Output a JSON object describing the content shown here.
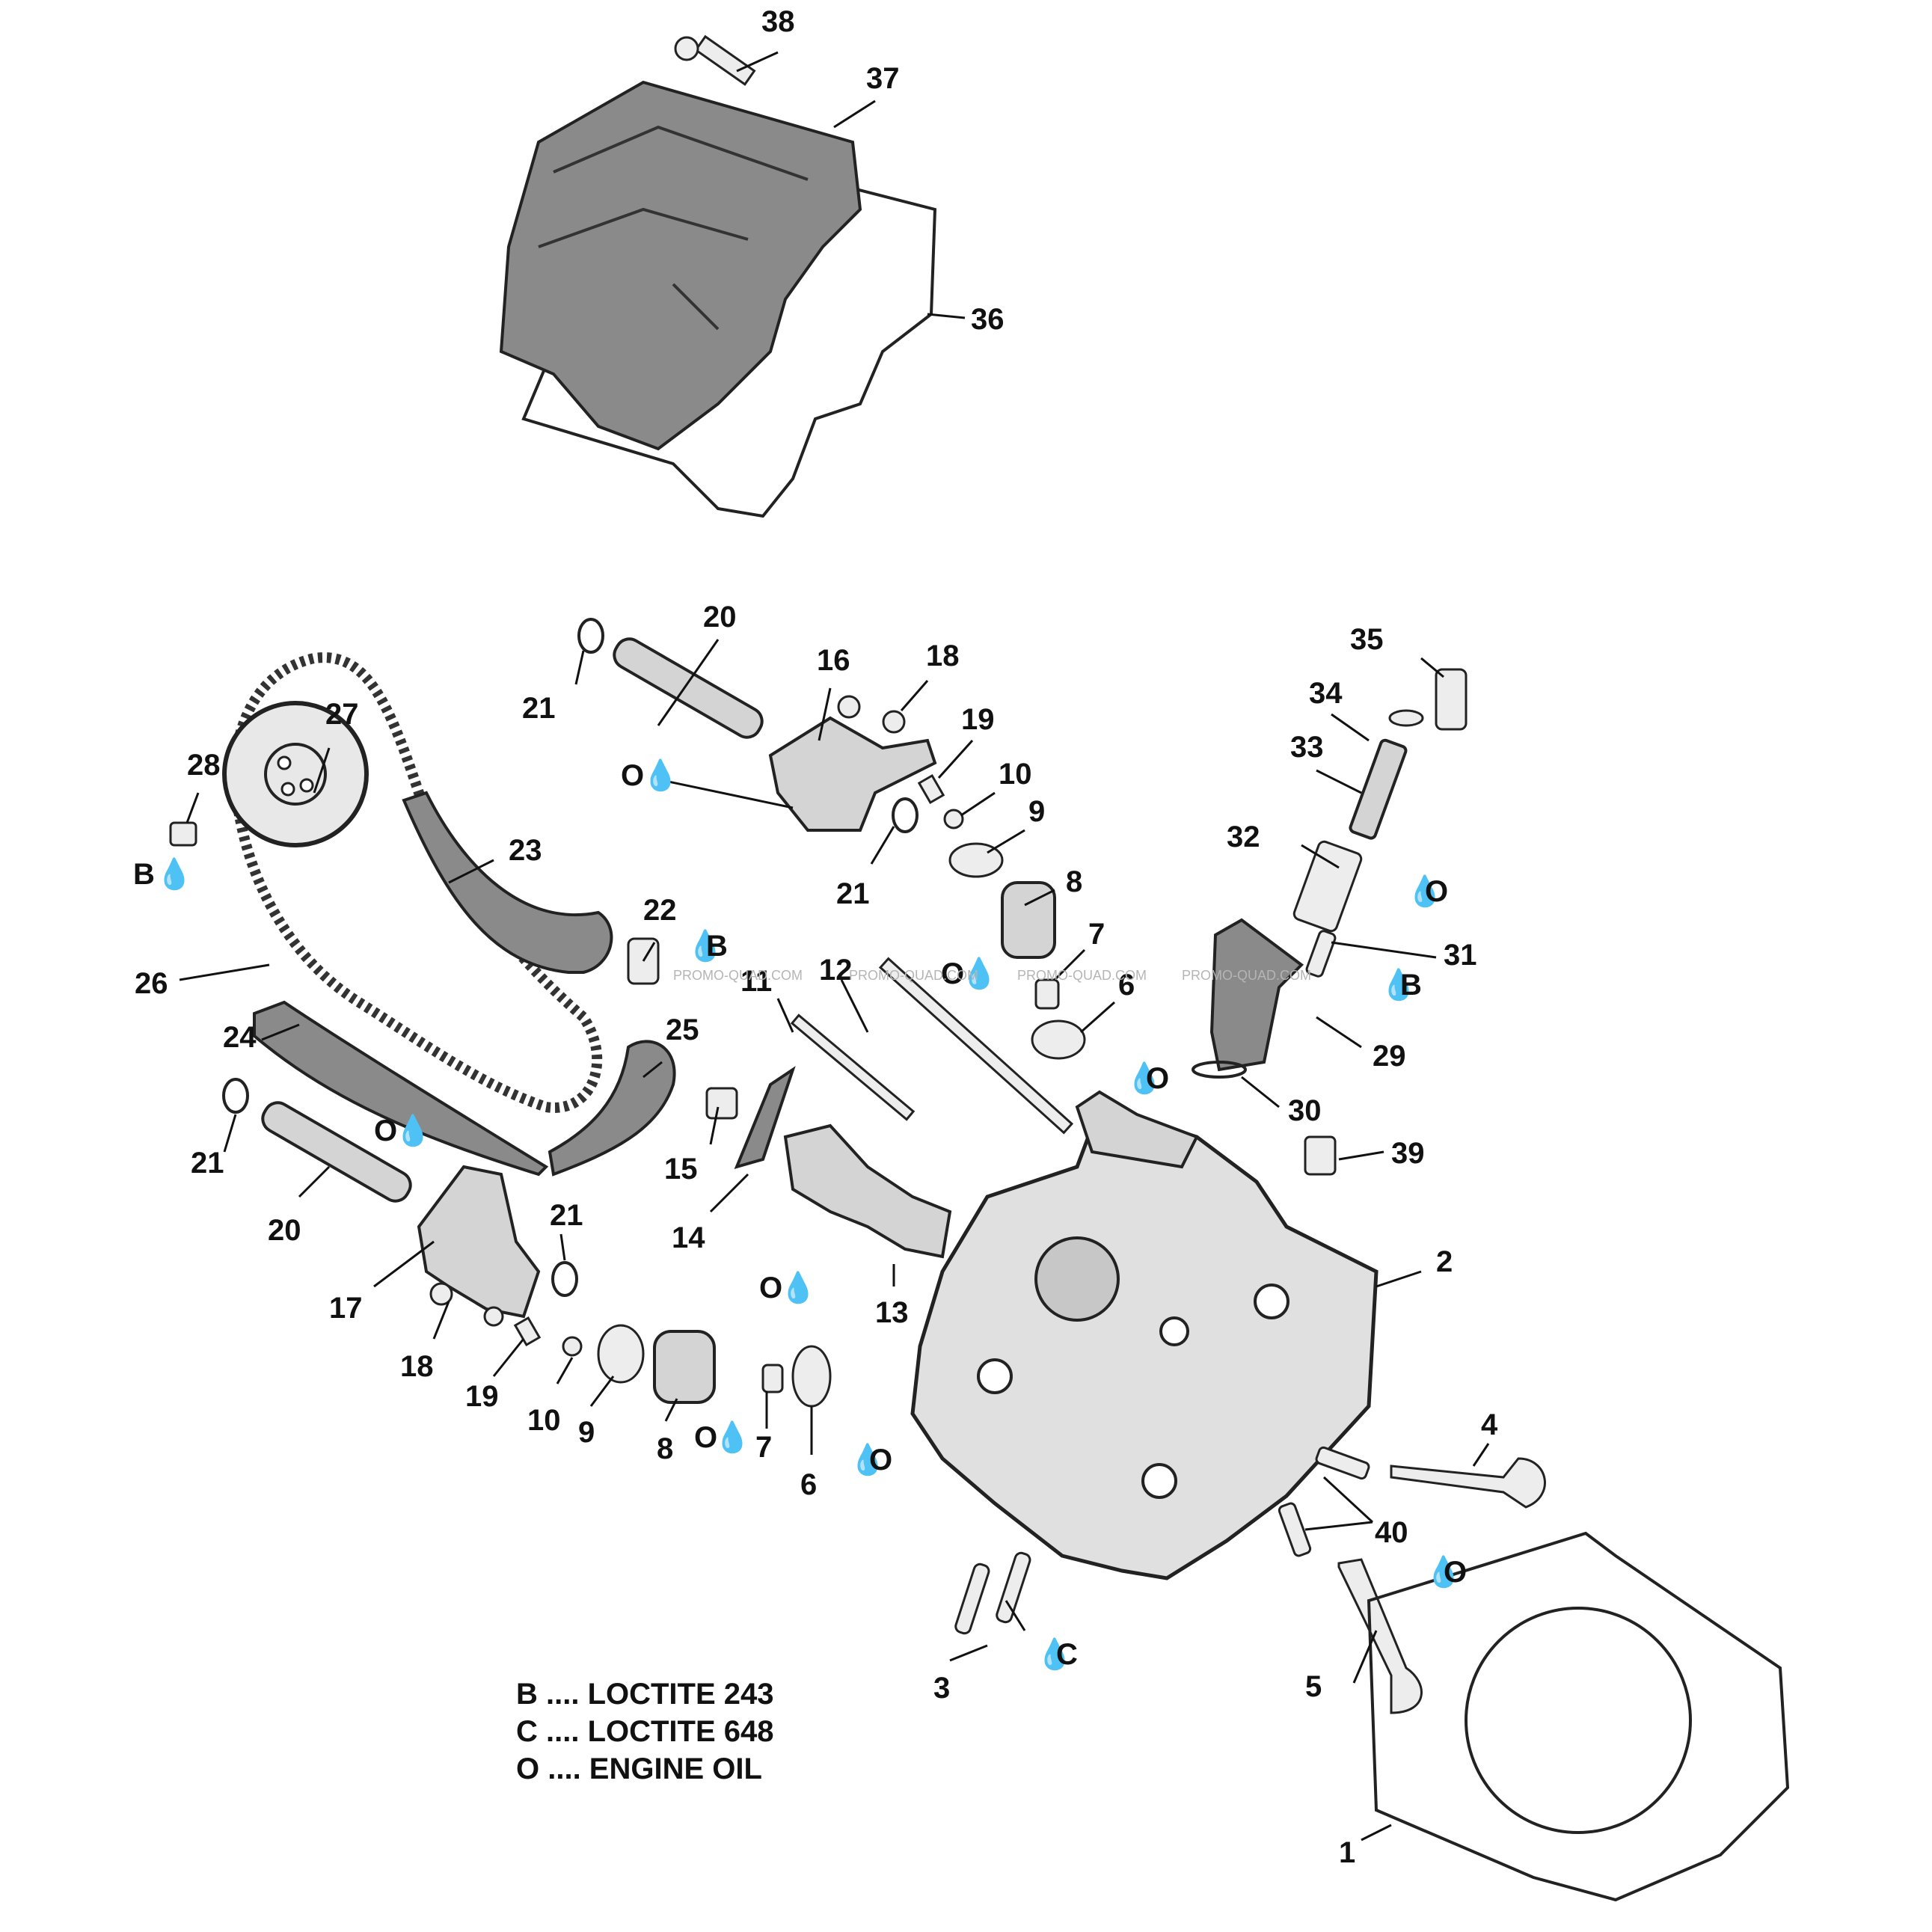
{
  "callouts": {
    "c1": "1",
    "c2": "2",
    "c3": "3",
    "c4": "4",
    "c5": "5",
    "c6a": "6",
    "c6b": "6",
    "c7a": "7",
    "c7b": "7",
    "c8a": "8",
    "c8b": "8",
    "c9a": "9",
    "c9b": "9",
    "c10a": "10",
    "c10b": "10",
    "c11": "11",
    "c12": "12",
    "c13": "13",
    "c14": "14",
    "c15": "15",
    "c16": "16",
    "c17": "17",
    "c18a": "18",
    "c18b": "18",
    "c19a": "19",
    "c19b": "19",
    "c20a": "20",
    "c20b": "20",
    "c21a": "21",
    "c21b": "21",
    "c21c": "21",
    "c21d": "21",
    "c22": "22",
    "c23": "23",
    "c24": "24",
    "c25": "25",
    "c26": "26",
    "c27": "27",
    "c28": "28",
    "c29": "29",
    "c30": "30",
    "c31": "31",
    "c32": "32",
    "c33": "33",
    "c34": "34",
    "c35": "35",
    "c36": "36",
    "c37": "37",
    "c38": "38",
    "c39": "39",
    "c40": "40"
  },
  "symbols": {
    "oil": "O",
    "loctite243": "B",
    "loctite648": "C",
    "drop": "💧"
  },
  "legend": {
    "b": "B .... LOCTITE 243",
    "c": "C .... LOCTITE 648",
    "o": "O .... ENGINE OIL"
  },
  "watermark": "PROMO-QUAD.COM"
}
